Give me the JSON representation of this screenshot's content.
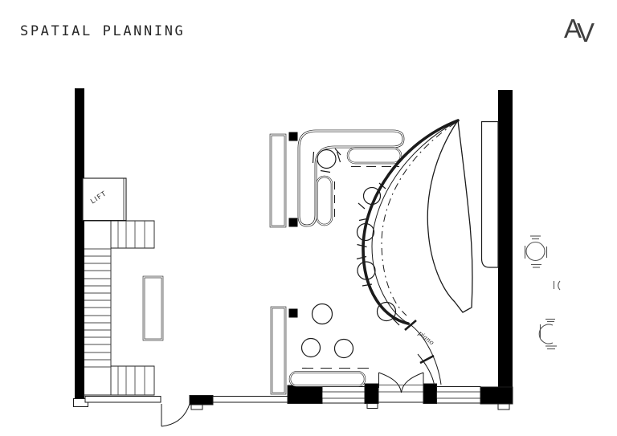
{
  "header": {
    "title": "SPATIAL PLANNING"
  },
  "logo": {
    "letter_a": "A",
    "letter_v": "V",
    "color": "#3f3f3f"
  },
  "plan": {
    "labels": {
      "lift": "LIFT",
      "annotation": "piano"
    },
    "colors": {
      "ink": "#1b1b1b",
      "wall_fill": "#000000",
      "background": "#ffffff"
    }
  }
}
